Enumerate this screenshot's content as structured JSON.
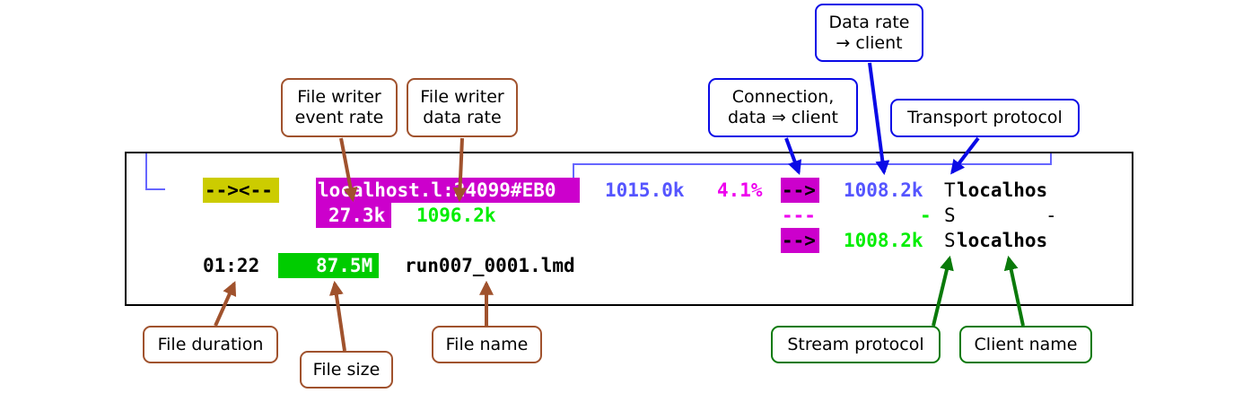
{
  "colors": {
    "brown": "#a0522d",
    "blue": "#0a0ae6",
    "green": "#0a7a0a",
    "magenta_bg": "#cc00cc",
    "yellow_bg": "#cccc00",
    "green_bg": "#00cc00",
    "bright_green": "#00ee00",
    "magenta": "#ee00ee",
    "slate_blue": "#5555ff",
    "bracket": "#6666ff"
  },
  "terminal": {
    "status": "--><--",
    "host": "localhost.l:24099#EB0",
    "rate1": "1015.0k",
    "percent": "4.1%",
    "arrow1": "-->",
    "client_rate1": "1008.2k",
    "proto1": "T",
    "client1": "localhos",
    "writer_events": "27.3k",
    "writer_data": "1096.2k",
    "dash_status": "---",
    "dash_rate": "-",
    "proto2": "S",
    "client2_dash": "-",
    "arrow3": "-->",
    "client_rate3": "1008.2k",
    "proto3": "S",
    "client3": "localhos",
    "duration": "01:22",
    "file_size": "87.5M",
    "file_name": "run007_0001.lmd"
  },
  "callouts": {
    "file_writer_event_rate": "File writer\nevent rate",
    "file_writer_data_rate": "File writer\ndata rate",
    "connection": "Connection,\ndata ⇒ client",
    "data_rate": "Data rate\n→ client",
    "transport_protocol": "Transport protocol",
    "file_duration": "File duration",
    "file_size": "File size",
    "file_name": "File name",
    "stream_protocol": "Stream protocol",
    "client_name": "Client name"
  }
}
